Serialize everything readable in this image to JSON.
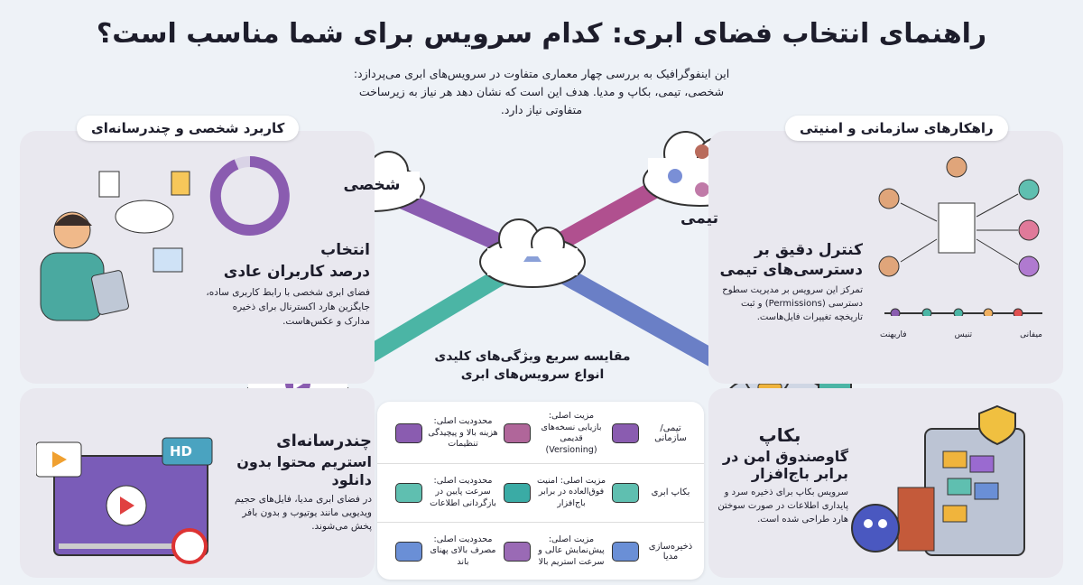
{
  "title": "راهنمای انتخاب فضای ابری: کدام سرویس برای شما مناسب است؟",
  "subtitle": "این اینفوگرافیک به بررسی چهار معماری متفاوت در سرویس‌های ابری می‌پردازد: شخصی، تیمی، بکاپ و مدیا. هدف این است که نشان دهد هر نیاز به زیرساخت متفاوتی نیاز دارد.",
  "personal_panel": {
    "tag": "کاربرد شخصی و چندرسانه‌ای",
    "heading1": "انتخاب",
    "heading2": "درصد کاربران عادی",
    "body": "فضای ابری شخصی با رابط کاربری ساده، جایگزین هارد اکسترنال برای ذخیره مدارک و عکس‌هاست.",
    "ring_color": "#8a5cb0"
  },
  "media_panel": {
    "heading1": "چندرسانه‌ای",
    "heading2": "استریم محتوا بدون دانلود",
    "body": "در فضای ابری مدیا، فایل‌های حجیم ویدیویی مانند یوتیوب و بدون بافر پخش می‌شوند.",
    "hd_label": "HD"
  },
  "team_panel": {
    "tag": "راهکارهای سازمانی و امنیتی",
    "heading": "کنترل دقیق بر دسترسی‌های تیمی",
    "body": "تمرکز این سرویس بر مدیریت سطوح دسترسی (Permissions) و ثبت تاریخچه تغییرات فایل‌هاست.",
    "timeline": [
      "میفانی",
      "تنیس",
      "فاریهنت"
    ]
  },
  "backup_panel": {
    "heading1": "بکاپ",
    "heading2": "گاوصندوق امن در برابر باج‌افزار",
    "body": "سرویس بکاپ برای ذخیره سرد و پایداری اطلاعات در صورت سوختن هارد طراحی شده است."
  },
  "clouds": {
    "personal": "شخصی",
    "team": "تیمی"
  },
  "colors": {
    "purple": "#8a5cb0",
    "magenta": "#b0508f",
    "teal": "#4bb5a5",
    "blue": "#6a8fd6"
  },
  "comparison": {
    "heading": "مقایسه سریع ویژگی‌های کلیدی انواع سرویس‌های ابری",
    "rows": [
      {
        "name": "تیمی/سازمانی",
        "advantage": "مزیت اصلی: بازیابی نسخه‌های قدیمی (Versioning)",
        "limitation": "محدودیت اصلی: هزینه بالا و پیچیدگی تنظیمات",
        "colors": [
          "#8a5cb0",
          "#b0669a",
          "#8a5cb0"
        ]
      },
      {
        "name": "بکاپ ابری",
        "advantage": "مزیت اصلی: امنیت فوق‌العاده در برابر باج‌افزار",
        "limitation": "محدودیت اصلی: سرعت پایین در بازگردانی اطلاعات",
        "colors": [
          "#5fbfb0",
          "#3aaba5",
          "#5fbfb0"
        ]
      },
      {
        "name": "ذخیره‌سازی مدیا",
        "advantage": "مزیت اصلی: پیش‌نمایش عالی و سرعت استریم بالا",
        "limitation": "محدودیت اصلی: مصرف بالای پهنای باند",
        "colors": [
          "#6a8fd6",
          "#9a6ab5",
          "#6a8fd6"
        ]
      }
    ]
  }
}
